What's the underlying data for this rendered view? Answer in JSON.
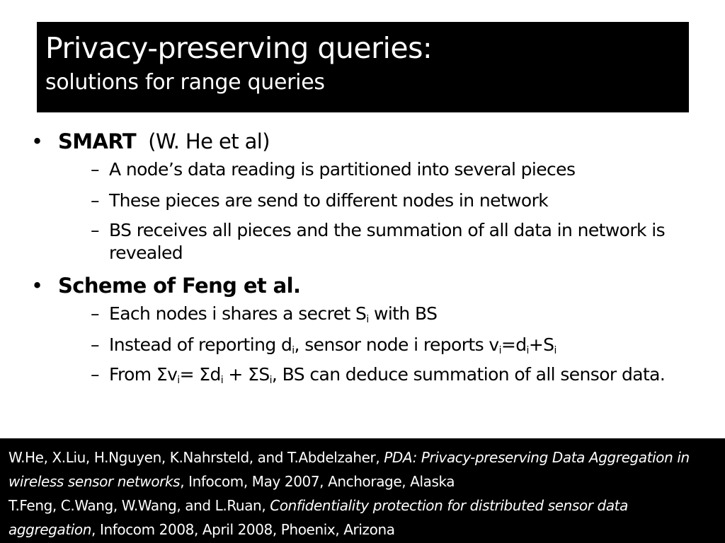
{
  "title": {
    "main": "Privacy-preserving queries:",
    "sub": "solutions for range queries"
  },
  "bullets": [
    {
      "bold": "SMART",
      "rest": "  (W. He et al)",
      "subs": [
        "A node’s data reading is partitioned into several pieces",
        "These pieces are send to different nodes in network",
        "BS receives all pieces and the summation of all data in network is revealed"
      ]
    },
    {
      "bold": "Scheme of Feng et al.",
      "subs": {
        "s1": {
          "a": "Each nodes i shares a secret S",
          "sub_i": "i",
          "b": " with BS"
        },
        "s2": {
          "a": "Instead of reporting d",
          "sub1": "i",
          "b": ", sensor node i reports v",
          "sub2": "i",
          "c": "=d",
          "sub3": "i",
          "d": "+S",
          "sub4": "i"
        },
        "s3": {
          "a": "From ",
          "sigma": "Σ",
          "b": "v",
          "sub1": "i",
          "c": "= ",
          "d": "d",
          "sub2": "i",
          "e": " + ",
          "f": "S",
          "sub3": "i",
          "g": ", BS can deduce summation of all sensor data."
        }
      }
    }
  ],
  "footer": {
    "ref1": {
      "authors": "W.He, X.Liu, H.Nguyen, K.Nahrsteld, and T.Abdelzaher, ",
      "title": "PDA: Privacy-preserving Data Aggregation in wireless sensor networks",
      "venue": ", Infocom, May 2007, Anchorage, Alaska"
    },
    "ref2": {
      "authors": "T.Feng, C.Wang, W.Wang, and L.Ruan, ",
      "title": "Confidentiality protection for distributed sensor data aggregation",
      "venue": ", Infocom 2008, April 2008, Phoenix, Arizona"
    }
  }
}
